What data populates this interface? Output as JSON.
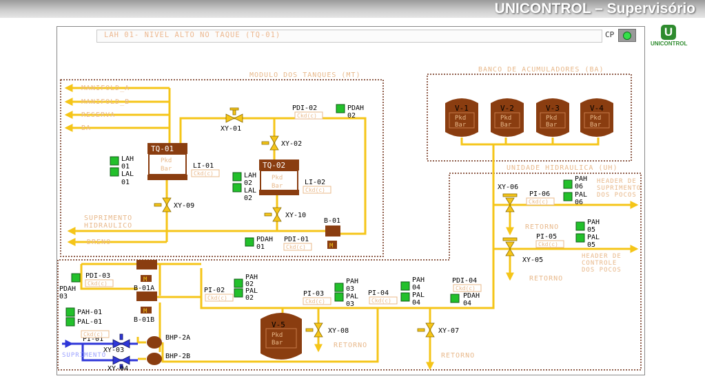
{
  "header": {
    "title": "UNICONTROL – Supervisório"
  },
  "logo": {
    "mark": "U",
    "text": "UNICONTROL"
  },
  "alarm": {
    "message": "LAH 01- NIVEL ALTO NO TAQUE (TQ-01)"
  },
  "control": {
    "cp_label": "CP"
  },
  "sections": {
    "tanks": "MODULO DOS TANQUES (MT)",
    "accumulators": "BANCO DE ACUMULADORES (BA)",
    "hydraulic": "UNIDADE HIDRAULICA (UH)"
  },
  "lines": {
    "manifold_a": "MANIFOLD_A",
    "manifold_b": "MANIFOLD_B",
    "reserva": "RESERVA",
    "ba": "BA",
    "suprimento_1": "SUPRIMENTO",
    "suprimento_2": "HIDRAULICO",
    "dreno": "DRENO",
    "supply_left": "SUPRIMENTO",
    "header_sup_1": "HEADER DE",
    "header_sup_2": "SUPRIMENTO",
    "header_sup_3": "DOS POCOS",
    "header_ctrl_1": "HEADER DE",
    "header_ctrl_2": "CONTROLE",
    "header_ctrl_3": "DOS POCOS",
    "retorno": "RETORNO"
  },
  "vessels": {
    "tq01": "TQ-01",
    "tq02": "TQ-02",
    "v1": "V-1",
    "v2": "V-2",
    "v3": "V-3",
    "v4": "V-4",
    "v5": "V-5",
    "pkd": "Pkd",
    "bar": "Bar"
  },
  "equipment": {
    "b01": "B-01",
    "b01a": "B-01A",
    "b01b": "B-01B",
    "bhp2a": "BHP-2A",
    "bhp2b": "BHP-2B",
    "motor": "M"
  },
  "valves": {
    "xy01": "XY-01",
    "xy02": "XY-02",
    "xy03": "XY-03",
    "xy04": "XY-04",
    "xy05": "XY-05",
    "xy06": "XY-06",
    "xy07": "XY-07",
    "xy08": "XY-08",
    "xy09": "XY-09",
    "xy10": "XY-10"
  },
  "instruments": {
    "li01": "LI-01",
    "li02": "LI-02",
    "pdi01": "PDI-01",
    "pdi02": "PDI-02",
    "pdi03": "PDI-03",
    "pdi04": "PDI-04",
    "pi01": "PI-01",
    "pi02": "PI-02",
    "pi03": "PI-03",
    "pi04": "PI-04",
    "pi05": "PI-05",
    "pi06": "PI-06",
    "value_placeholder": "Ckd(c)"
  },
  "alarms": {
    "lah": "LAH",
    "lal": "LAL",
    "pah": "PAH",
    "pal": "PAL",
    "pdah": "PDAH",
    "pah01": "PAH-01",
    "pal01": "PAL-01",
    "n01": "01",
    "n02": "02",
    "n03": "03",
    "n04": "04",
    "n05": "05",
    "n06": "06"
  },
  "colors": {
    "pipe": "#f5c518",
    "section_border": "#6b2a12",
    "vessel": "#8a3d10",
    "alarm_ok": "#22c02b",
    "supply_line": "#2e36d8",
    "label": "#e8b88a"
  }
}
